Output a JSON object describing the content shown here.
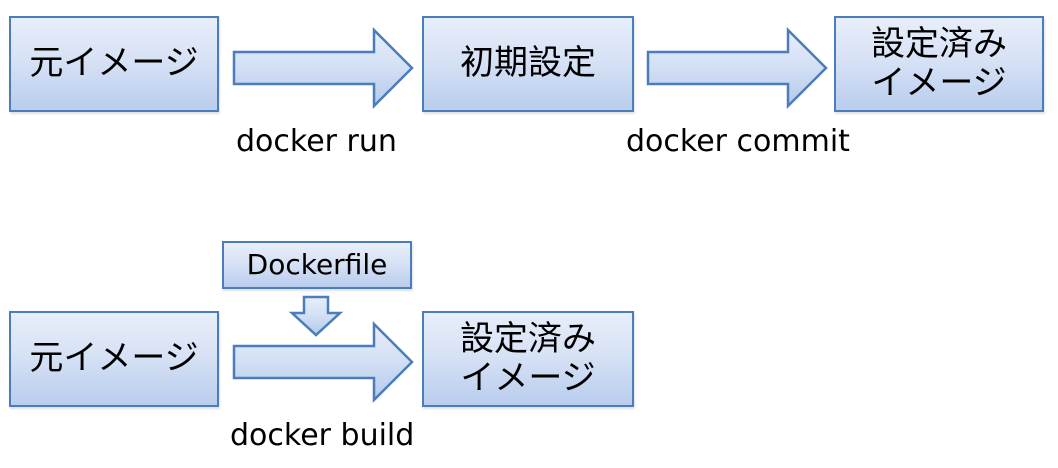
{
  "row1": {
    "source_box": "元イメージ",
    "middle_box": "初期設定",
    "result_box_line1": "設定済み",
    "result_box_line2": "イメージ",
    "arrow1_label": "docker run",
    "arrow2_label": "docker commit"
  },
  "row2": {
    "source_box": "元イメージ",
    "dockerfile_box": "Dockerfile",
    "result_box_line1": "設定済み",
    "result_box_line2": "イメージ",
    "arrow_label": "docker build"
  },
  "colors": {
    "box_border": "#4a7dba",
    "box_fill_top": "#e8eefa",
    "box_fill_bottom": "#b9cdee",
    "arrow_stroke": "#4a7dba"
  }
}
